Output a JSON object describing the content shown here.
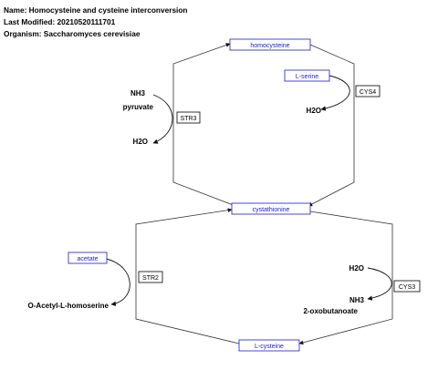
{
  "header": {
    "name_line": "Name: Homocysteine and cysteine interconversion",
    "modified_line": "Last Modified: 20210520111701",
    "organism_line": "Organism: Saccharomyces cerevisiae"
  },
  "nodes": {
    "homocysteine": "homocysteine",
    "serine": "L-serine",
    "cystathionine": "cystathionine",
    "acetate": "acetate",
    "cysteine": "L-cysteine"
  },
  "enzymes": {
    "str3": "STR3",
    "cys4": "CYS4",
    "str2": "STR2",
    "cys3": "CYS3"
  },
  "metabolites": {
    "nh3_top": "NH3",
    "pyruvate": "pyruvate",
    "h2o_left": "H2O",
    "h2o_right_top": "H2O",
    "oacetyl": "O-Acetyl-L-homoserine",
    "h2o_bottom": "H2O",
    "nh3_bottom": "NH3",
    "oxobutanoate": "2-oxobutanoate"
  },
  "colors": {
    "node_border": "#1a1ad6",
    "node_text": "#1a1ad6",
    "edge": "#333333"
  }
}
